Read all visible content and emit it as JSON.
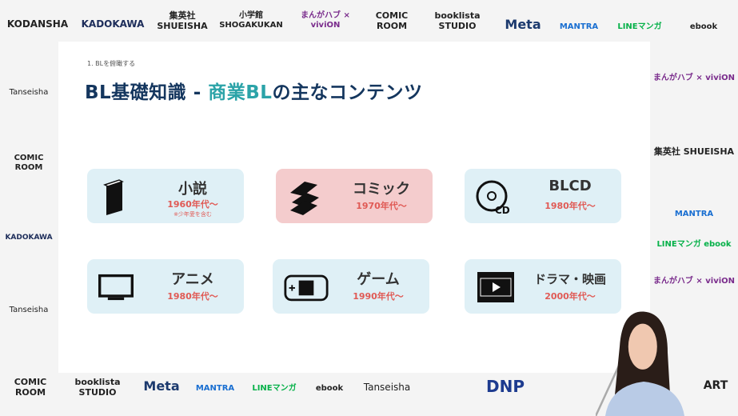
{
  "background_logos": {
    "top": [
      "KODANSHA",
      "KADOKAWA",
      "集英社 SHUEISHA",
      "小学館 SHOGAKUKAN",
      "まんがハブ × viviON",
      "COMIC ROOM",
      "booklista STUDIO",
      "Meta",
      "MANTRA",
      "LINEマンガ",
      "ebook"
    ],
    "left": [
      "Tanseisha",
      "COMIC ROOM",
      "KADOKAWA",
      "Tanseisha"
    ],
    "right": [
      "まんがハブ × viviON",
      "集英社 SHUEISHA",
      "MANTRA",
      "LINEマンガ ebook",
      "まんがハブ × viviON"
    ],
    "bottom": [
      "COMIC ROOM",
      "booklista STUDIO",
      "Meta",
      "MANTRA",
      "LINEマンガ",
      "ebook",
      "Tanseisha",
      "DNP",
      "ART"
    ]
  },
  "slide": {
    "breadcrumb": "1. BLを俯瞰する",
    "title_main": "BL基礎知識 - ",
    "title_accent": "商業BL",
    "title_rest": "の主なコンテンツ",
    "accent_color": "#2ba3a8",
    "title_color": "#14365e",
    "cards": [
      {
        "label": "小説",
        "years": "1960年代〜",
        "note": "※少年愛を含む",
        "icon": "book-icon",
        "bg": "#dff0f6"
      },
      {
        "label": "コミック",
        "years": "1970年代〜",
        "icon": "books-stack-icon",
        "bg": "#f4cccd"
      },
      {
        "label": "BLCD",
        "years": "1980年代〜",
        "icon": "cd-icon",
        "icon_text": "CD",
        "bg": "#dff0f6"
      },
      {
        "label": "アニメ",
        "years": "1980年代〜",
        "icon": "tv-icon",
        "bg": "#dff0f6"
      },
      {
        "label": "ゲーム",
        "years": "1990年代〜",
        "icon": "game-console-icon",
        "bg": "#dff0f6"
      },
      {
        "label": "ドラマ・映画",
        "years": "2000年代〜",
        "icon": "film-icon",
        "bg": "#dff0f6"
      }
    ]
  }
}
